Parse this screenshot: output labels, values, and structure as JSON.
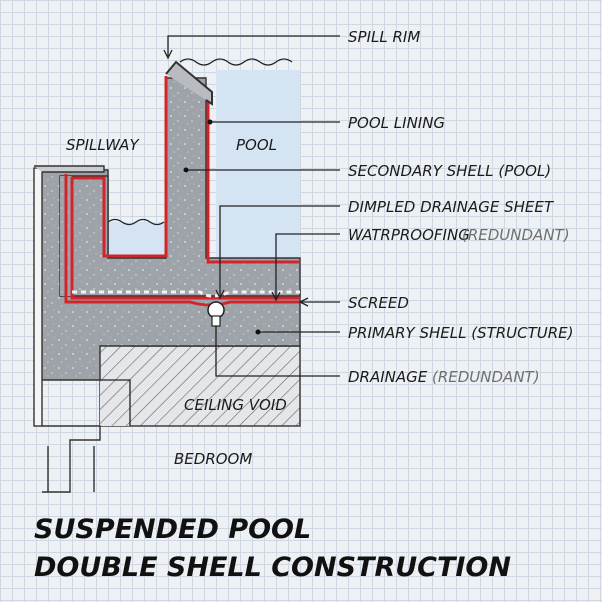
{
  "labels": {
    "spill_rim": "SPILL RIM",
    "pool_lining": "POOL LINING",
    "secondary_shell": "SECONDARY SHELL (POOL)",
    "dimpled_sheet": "DIMPLED  DRAINAGE SHEET",
    "waterproofing": "WATRPROOFING",
    "waterproofing_note": "(REDUNDANT)",
    "screed": "SCREED",
    "primary_shell": "PRIMARY SHELL (STRUCTURE)",
    "drainage": "DRAINAGE",
    "drainage_note": "(REDUNDANT)"
  },
  "areas": {
    "spillway": "SPILLWAY",
    "pool": "POOL",
    "ceiling_void": "CEILING VOID",
    "bedroom": "BEDROOM"
  },
  "title": {
    "line1": "SUSPENDED POOL",
    "line2": "DOUBLE SHELL CONSTRUCTION"
  },
  "colors": {
    "concrete": "#9ea3a9",
    "water": "#d4e4f2",
    "membrane": "#d4242a",
    "hatch": "#555555"
  }
}
